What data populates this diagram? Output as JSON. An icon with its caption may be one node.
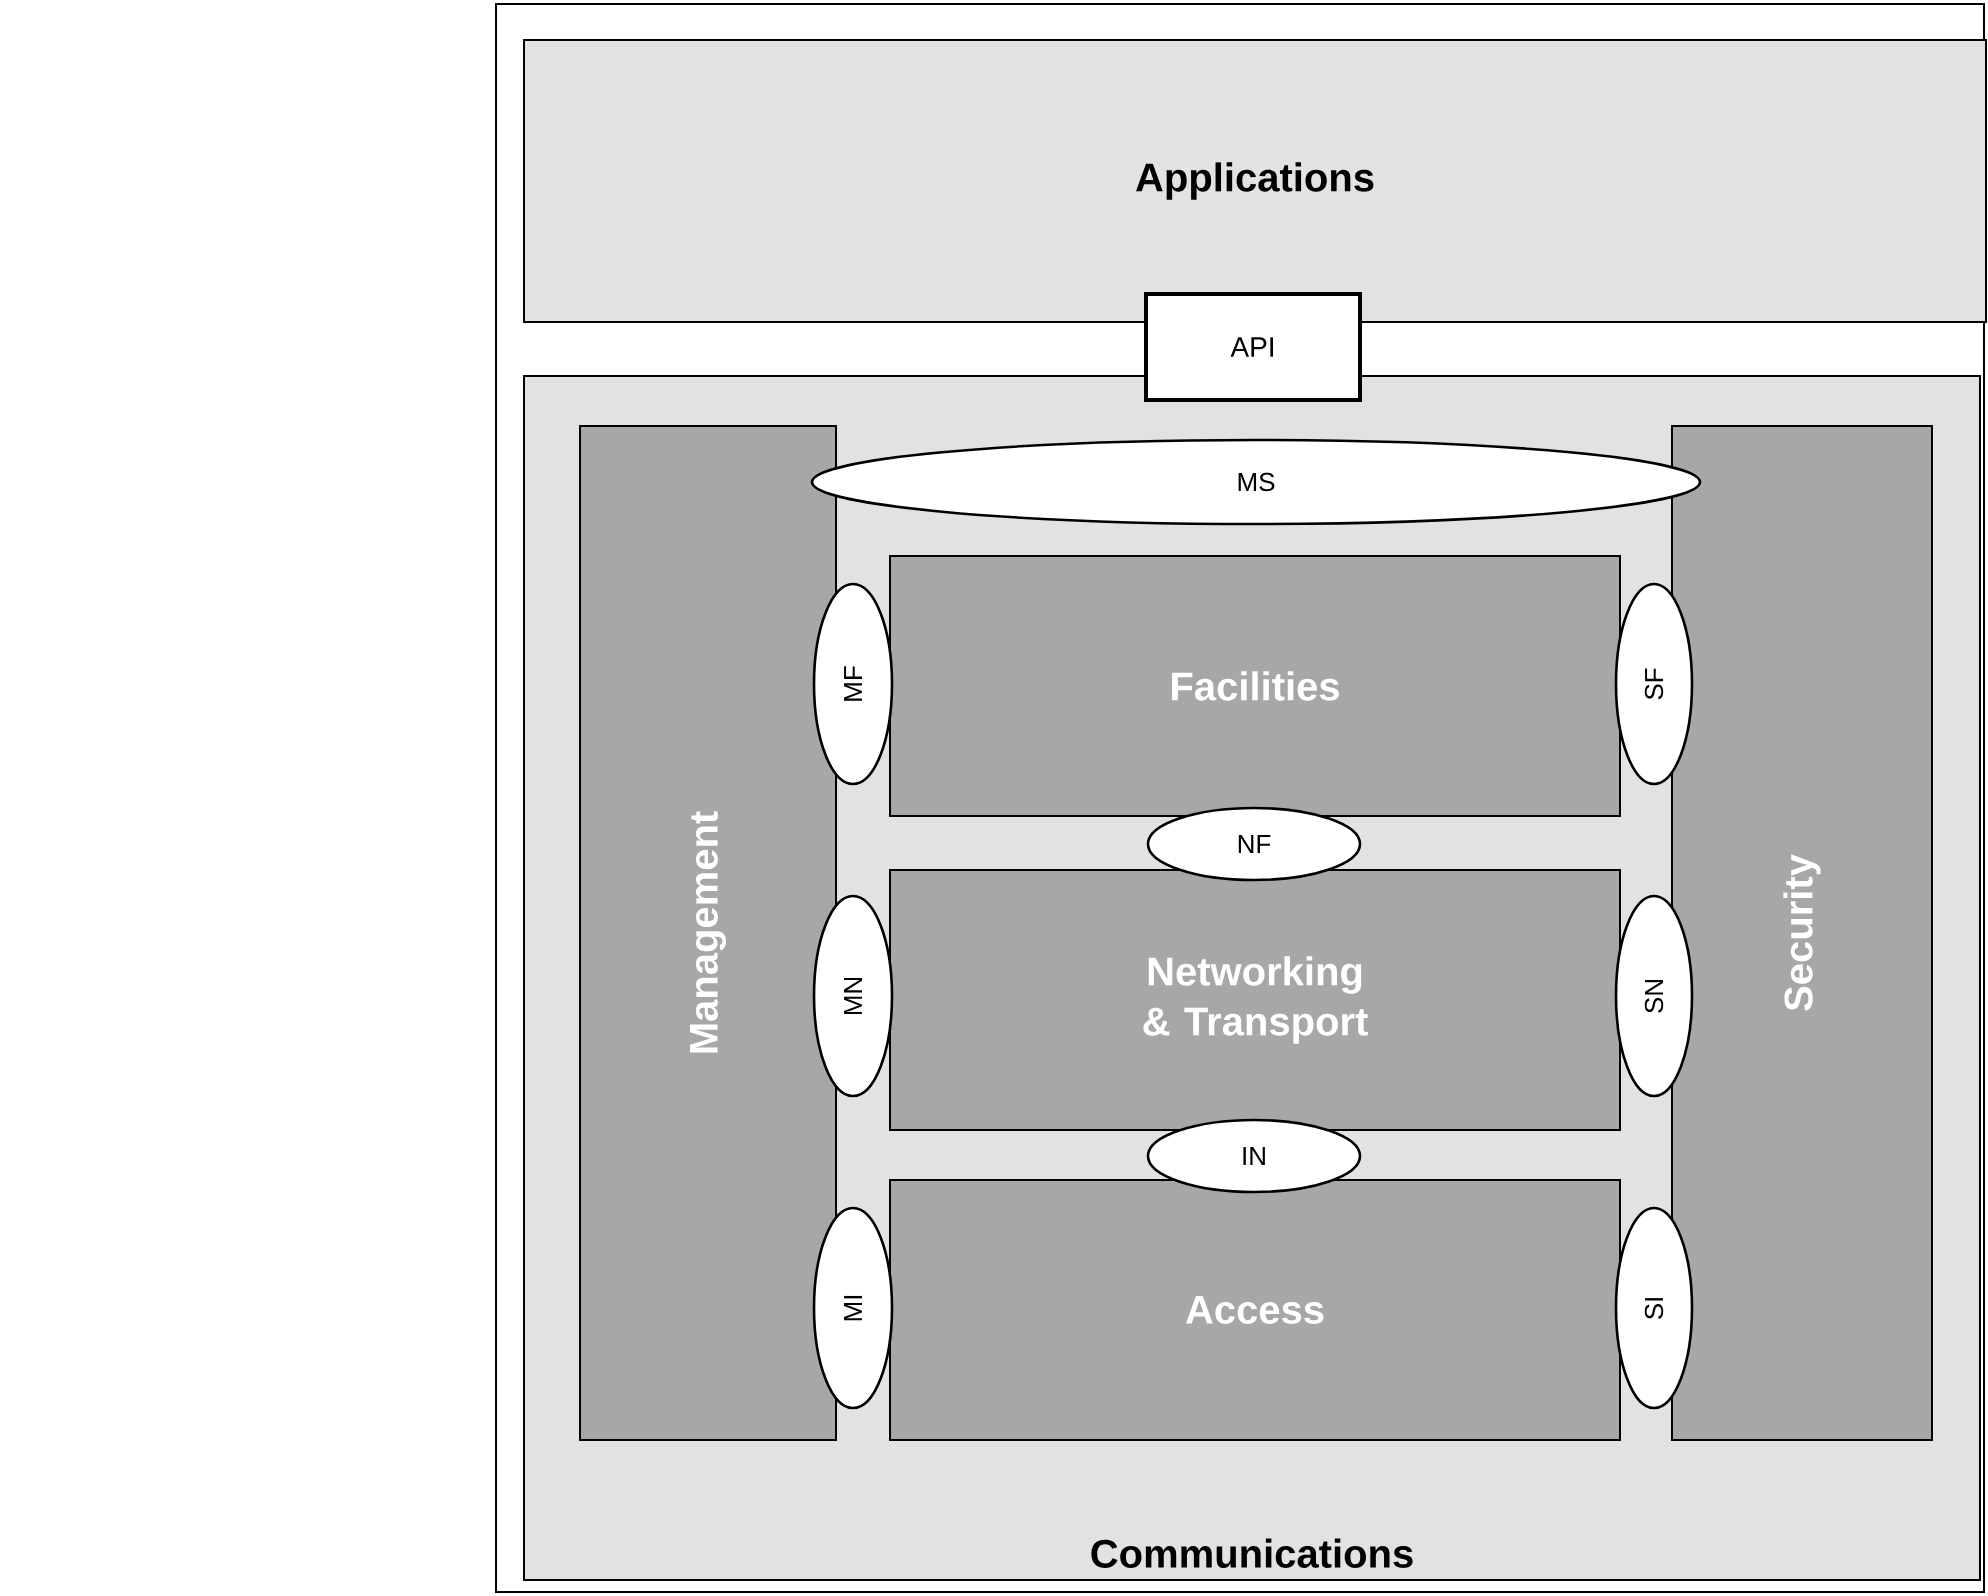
{
  "diagram": {
    "nodes": [
      {
        "text": [
          "Applications"
        ]
      },
      {
        "text": [
          "API"
        ]
      },
      {
        "text": [
          "Communications"
        ]
      },
      {
        "text": [
          "Management"
        ],
        "in": 2
      },
      {
        "text": [
          "Security"
        ],
        "in": 2
      },
      {
        "text": [
          "MS"
        ],
        "in": 2
      },
      {
        "text": [
          "Facilities"
        ],
        "in": 2
      },
      {
        "text": [
          "MF"
        ],
        "in": 2
      },
      {
        "text": [
          "SF"
        ],
        "in": 2
      },
      {
        "text": [
          "NF"
        ],
        "in": 2
      },
      {
        "text": [
          "Networking & Transport"
        ],
        "in": 2
      },
      {
        "text": [
          "MN"
        ],
        "in": 2
      },
      {
        "text": [
          "SN"
        ],
        "in": 2
      },
      {
        "text": [
          "IN"
        ],
        "in": 2
      },
      {
        "text": [
          "Access"
        ],
        "in": 2
      },
      {
        "text": [
          "MI"
        ],
        "in": 2
      },
      {
        "text": [
          "SI"
        ],
        "in": 2
      }
    ]
  }
}
